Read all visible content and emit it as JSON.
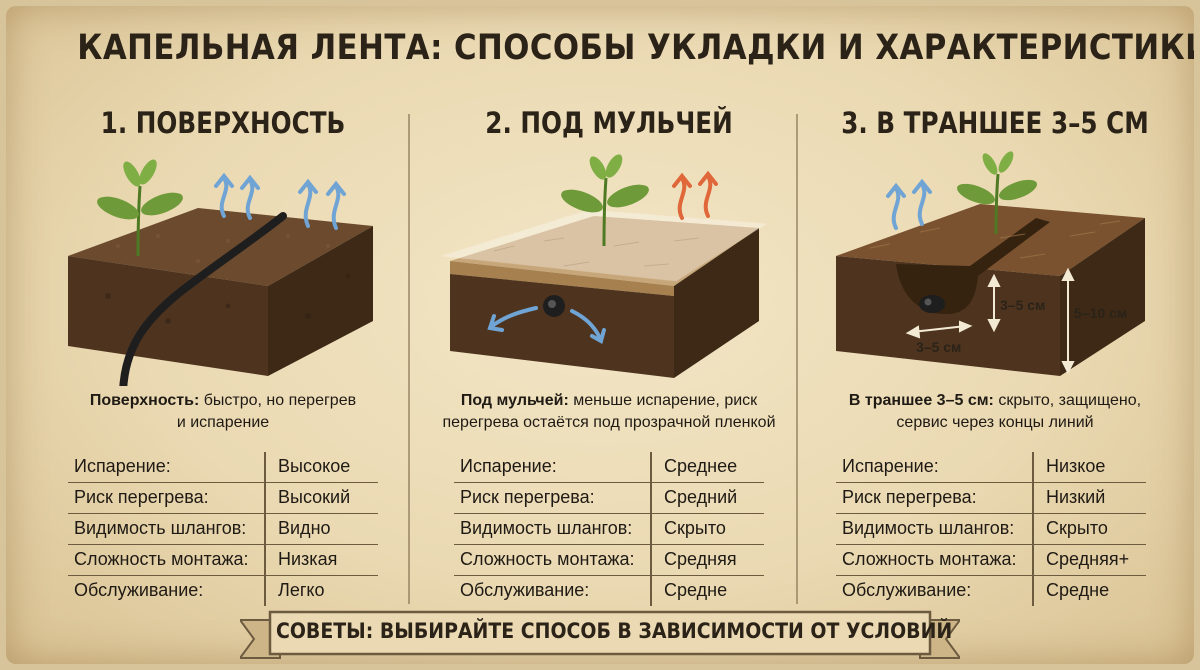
{
  "title": "КАПЕЛЬНАЯ ЛЕНТА: СПОСОБЫ УКЛАДКИ И ХАРАКТЕРИСТИКИ",
  "columns": [
    {
      "heading": "1. ПОВЕРХНОСТЬ",
      "desc_bold": "Поверхность:",
      "desc_line1": " быстро, но перегрев",
      "desc_line2": "и испарение",
      "stats": [
        {
          "label": "Испарение:",
          "value": "Высокое"
        },
        {
          "label": "Риск перегрева:",
          "value": "Высокий"
        },
        {
          "label": "Видимость шлангов:",
          "value": "Видно"
        },
        {
          "label": "Сложность монтажа:",
          "value": "Низкая"
        },
        {
          "label": "Обслуживание:",
          "value": "Легко"
        }
      ]
    },
    {
      "heading": "2. ПОД МУЛЬЧЕЙ",
      "desc_bold": "Под мульчей:",
      "desc_line1": " меньше испарение, риск",
      "desc_line2": "перегрева остаётся под прозрачной пленкой",
      "stats": [
        {
          "label": "Испарение:",
          "value": "Среднее"
        },
        {
          "label": "Риск перегрева:",
          "value": "Средний"
        },
        {
          "label": "Видимость шлангов:",
          "value": "Скрыто"
        },
        {
          "label": "Сложность монтажа:",
          "value": "Средняя"
        },
        {
          "label": "Обслуживание:",
          "value": "Средне"
        }
      ]
    },
    {
      "heading": "3. В ТРАНШЕЕ 3–5 СМ",
      "desc_bold": "В траншее 3–5 см:",
      "desc_line1": " скрыто, защищено,",
      "desc_line2": "сервис через концы линий",
      "stats": [
        {
          "label": "Испарение:",
          "value": "Низкое"
        },
        {
          "label": "Риск перегрева:",
          "value": "Низкий"
        },
        {
          "label": "Видимость шлангов:",
          "value": "Скрыто"
        },
        {
          "label": "Сложность монтажа:",
          "value": "Средняя+"
        },
        {
          "label": "Обслуживание:",
          "value": "Средне"
        }
      ]
    }
  ],
  "trench_dims": {
    "depth": "3–5 см",
    "bed_depth": "5–10 см",
    "width": "3–5 см"
  },
  "footer": "СОВЕТЫ: ВЫБИРАЙТЕ СПОСОБ В ЗАВИСИМОСТИ ОТ УСЛОВИЙ",
  "colors": {
    "paper": "#ead9b2",
    "soil_top": "#6b4a2e",
    "soil_side": "#5a3c24",
    "text": "#2b2218",
    "arrow_blue": "#6fa4d4",
    "arrow_orange": "#e0673a",
    "plant": "#6f9a3a"
  }
}
